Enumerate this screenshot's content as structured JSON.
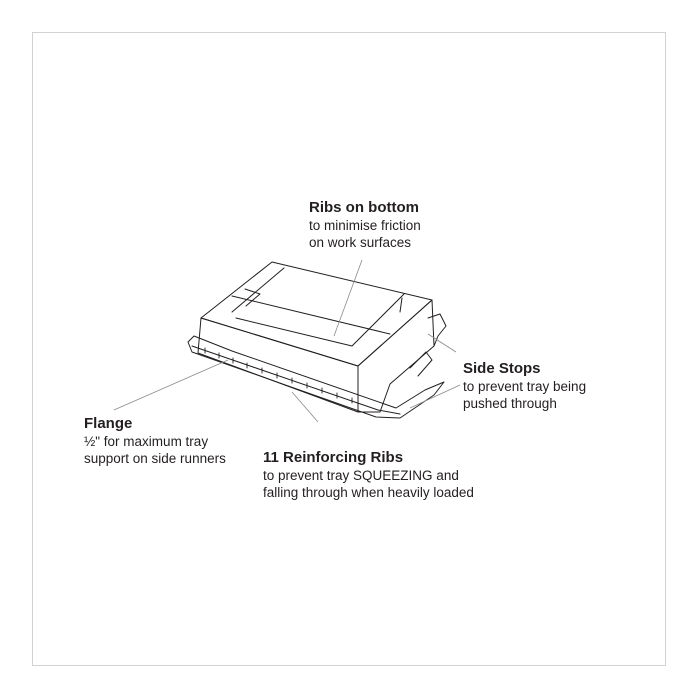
{
  "callouts": {
    "ribs_bottom": {
      "heading": "Ribs on bottom",
      "line1": "to minimise friction",
      "line2": "on work surfaces"
    },
    "side_stops": {
      "heading": "Side Stops",
      "line1": "to prevent tray being",
      "line2": "pushed through"
    },
    "flange": {
      "heading": "Flange",
      "line1": "½\" for maximum tray",
      "line2": "support on side runners"
    },
    "reinforcing_ribs": {
      "heading": "11 Reinforcing Ribs",
      "line1": "to prevent tray SQUEEZING and",
      "line2": "falling through when heavily loaded"
    }
  },
  "colors": {
    "line": "#231f20",
    "leader": "#8a8a8a",
    "frame": "#d2d2d2"
  }
}
